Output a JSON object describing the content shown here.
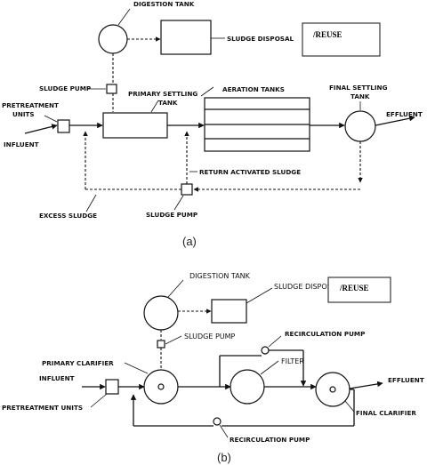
{
  "diagram_a": {
    "caption": "(a)",
    "labels": {
      "digestion_tank": "DIGESTION TANK",
      "sludge_disposal": "SLUDGE DISPOSAL",
      "reuse": "/REUSE",
      "sludge_pump_top": "SLUDGE PUMP",
      "primary_settling_1": "PRIMARY SETTLING",
      "primary_settling_2": "TANK",
      "aeration_tanks": "AERATION TANKS",
      "final_settling_1": "FINAL SETTLING",
      "final_settling_2": "TANK",
      "pretreatment_1": "PRETREATMENT",
      "pretreatment_2": "UNITS",
      "influent": "INFLUENT",
      "effluent": "EFFLUENT",
      "return_activated_sludge": "RETURN ACTIVATED SLUDGE",
      "excess_sludge": "EXCESS SLUDGE",
      "sludge_pump_bottom": "SLUDGE PUMP"
    }
  },
  "diagram_b": {
    "caption": "(b)",
    "labels": {
      "digestion_tank": "DIGESTION TANK",
      "sludge_disposal": "SLUDGE DISPOSA",
      "reuse": "/REUSE",
      "sludge_pump": "SLUDGE PUMP",
      "recirculation_pump_top": "RECIRCULATION PUMP",
      "primary_clarifier": "PRIMARY CLARIFIER",
      "filter": "FILTER",
      "influent": "INFLUENT",
      "effluent": "EFFLUENT",
      "pretreatment_units": "PRETREATMENT UNITS",
      "final_clarifier": "FINAL CLARIFIER",
      "recirculation_pump_bottom": "RECIRCULATION PUMP"
    }
  }
}
